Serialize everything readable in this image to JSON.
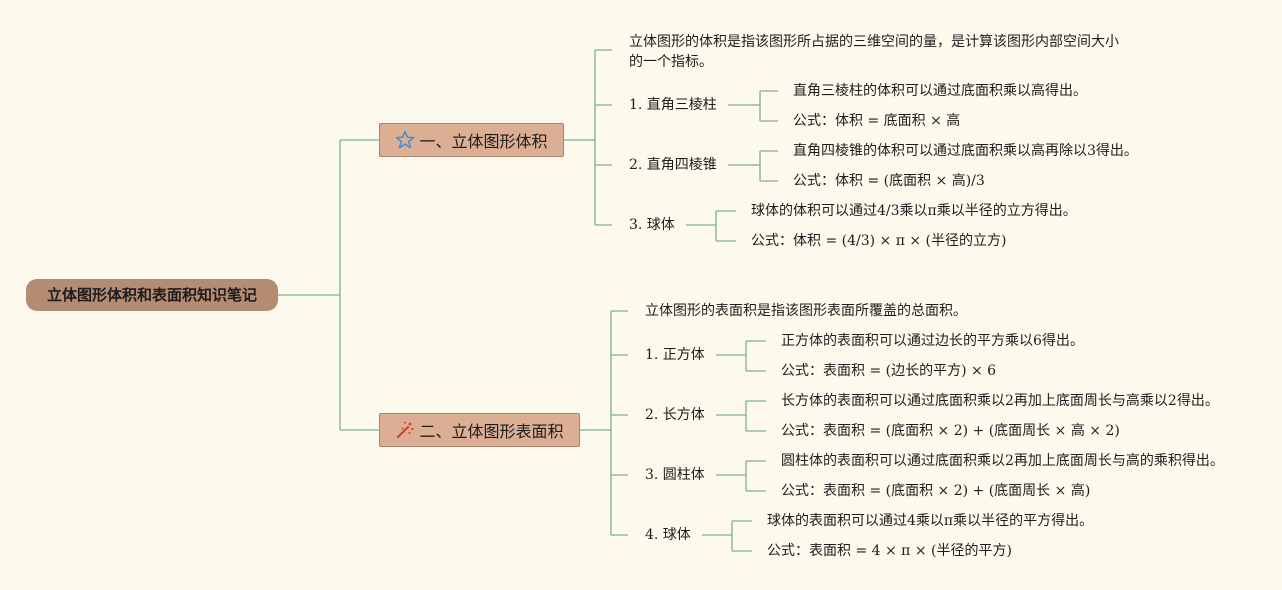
{
  "root": "立体图形体积和表面积知识笔记",
  "volume": {
    "title": "一、立体图形体积",
    "intro": "立体图形的体积是指该图形所占据的三维空间的量，是计算该图形内部空间大小的一个指标。",
    "items": [
      {
        "name": "1. 直角三棱柱",
        "desc": "直角三棱柱的体积可以通过底面积乘以高得出。",
        "formula": "公式：体积 = 底面积 × 高"
      },
      {
        "name": "2. 直角四棱锥",
        "desc": "直角四棱锥的体积可以通过底面积乘以高再除以3得出。",
        "formula": "公式：体积 = (底面积 × 高)/3"
      },
      {
        "name": "3. 球体",
        "desc": "球体的体积可以通过4/3乘以π乘以半径的立方得出。",
        "formula": "公式：体积 = (4/3) × π × (半径的立方)"
      }
    ]
  },
  "surface": {
    "title": "二、立体图形表面积",
    "intro": "立体图形的表面积是指该图形表面所覆盖的总面积。",
    "items": [
      {
        "name": "1. 正方体",
        "desc": "正方体的表面积可以通过边长的平方乘以6得出。",
        "formula": "公式：表面积 = (边长的平方) × 6"
      },
      {
        "name": "2. 长方体",
        "desc": "长方体的表面积可以通过底面积乘以2再加上底面周长与高乘以2得出。",
        "formula": "公式：表面积 = (底面积 × 2) + (底面周长 × 高 × 2)"
      },
      {
        "name": "3. 圆柱体",
        "desc": "圆柱体的表面积可以通过底面积乘以2再加上底面周长与高的乘积得出。",
        "formula": "公式：表面积 = (底面积 × 2) + (底面周长 × 高)"
      },
      {
        "name": "4. 球体",
        "desc": "球体的表面积可以通过4乘以π乘以半径的平方得出。",
        "formula": "公式：表面积 = 4 × π × (半径的平方)"
      }
    ]
  },
  "colors": {
    "line": "#7fae9a",
    "root": "#b58b74",
    "branch": "#dcae94",
    "star": "#3f8fd6",
    "wand": "#d2422a"
  },
  "icons": {
    "volume": "star-icon",
    "surface": "magic-wand-icon"
  }
}
